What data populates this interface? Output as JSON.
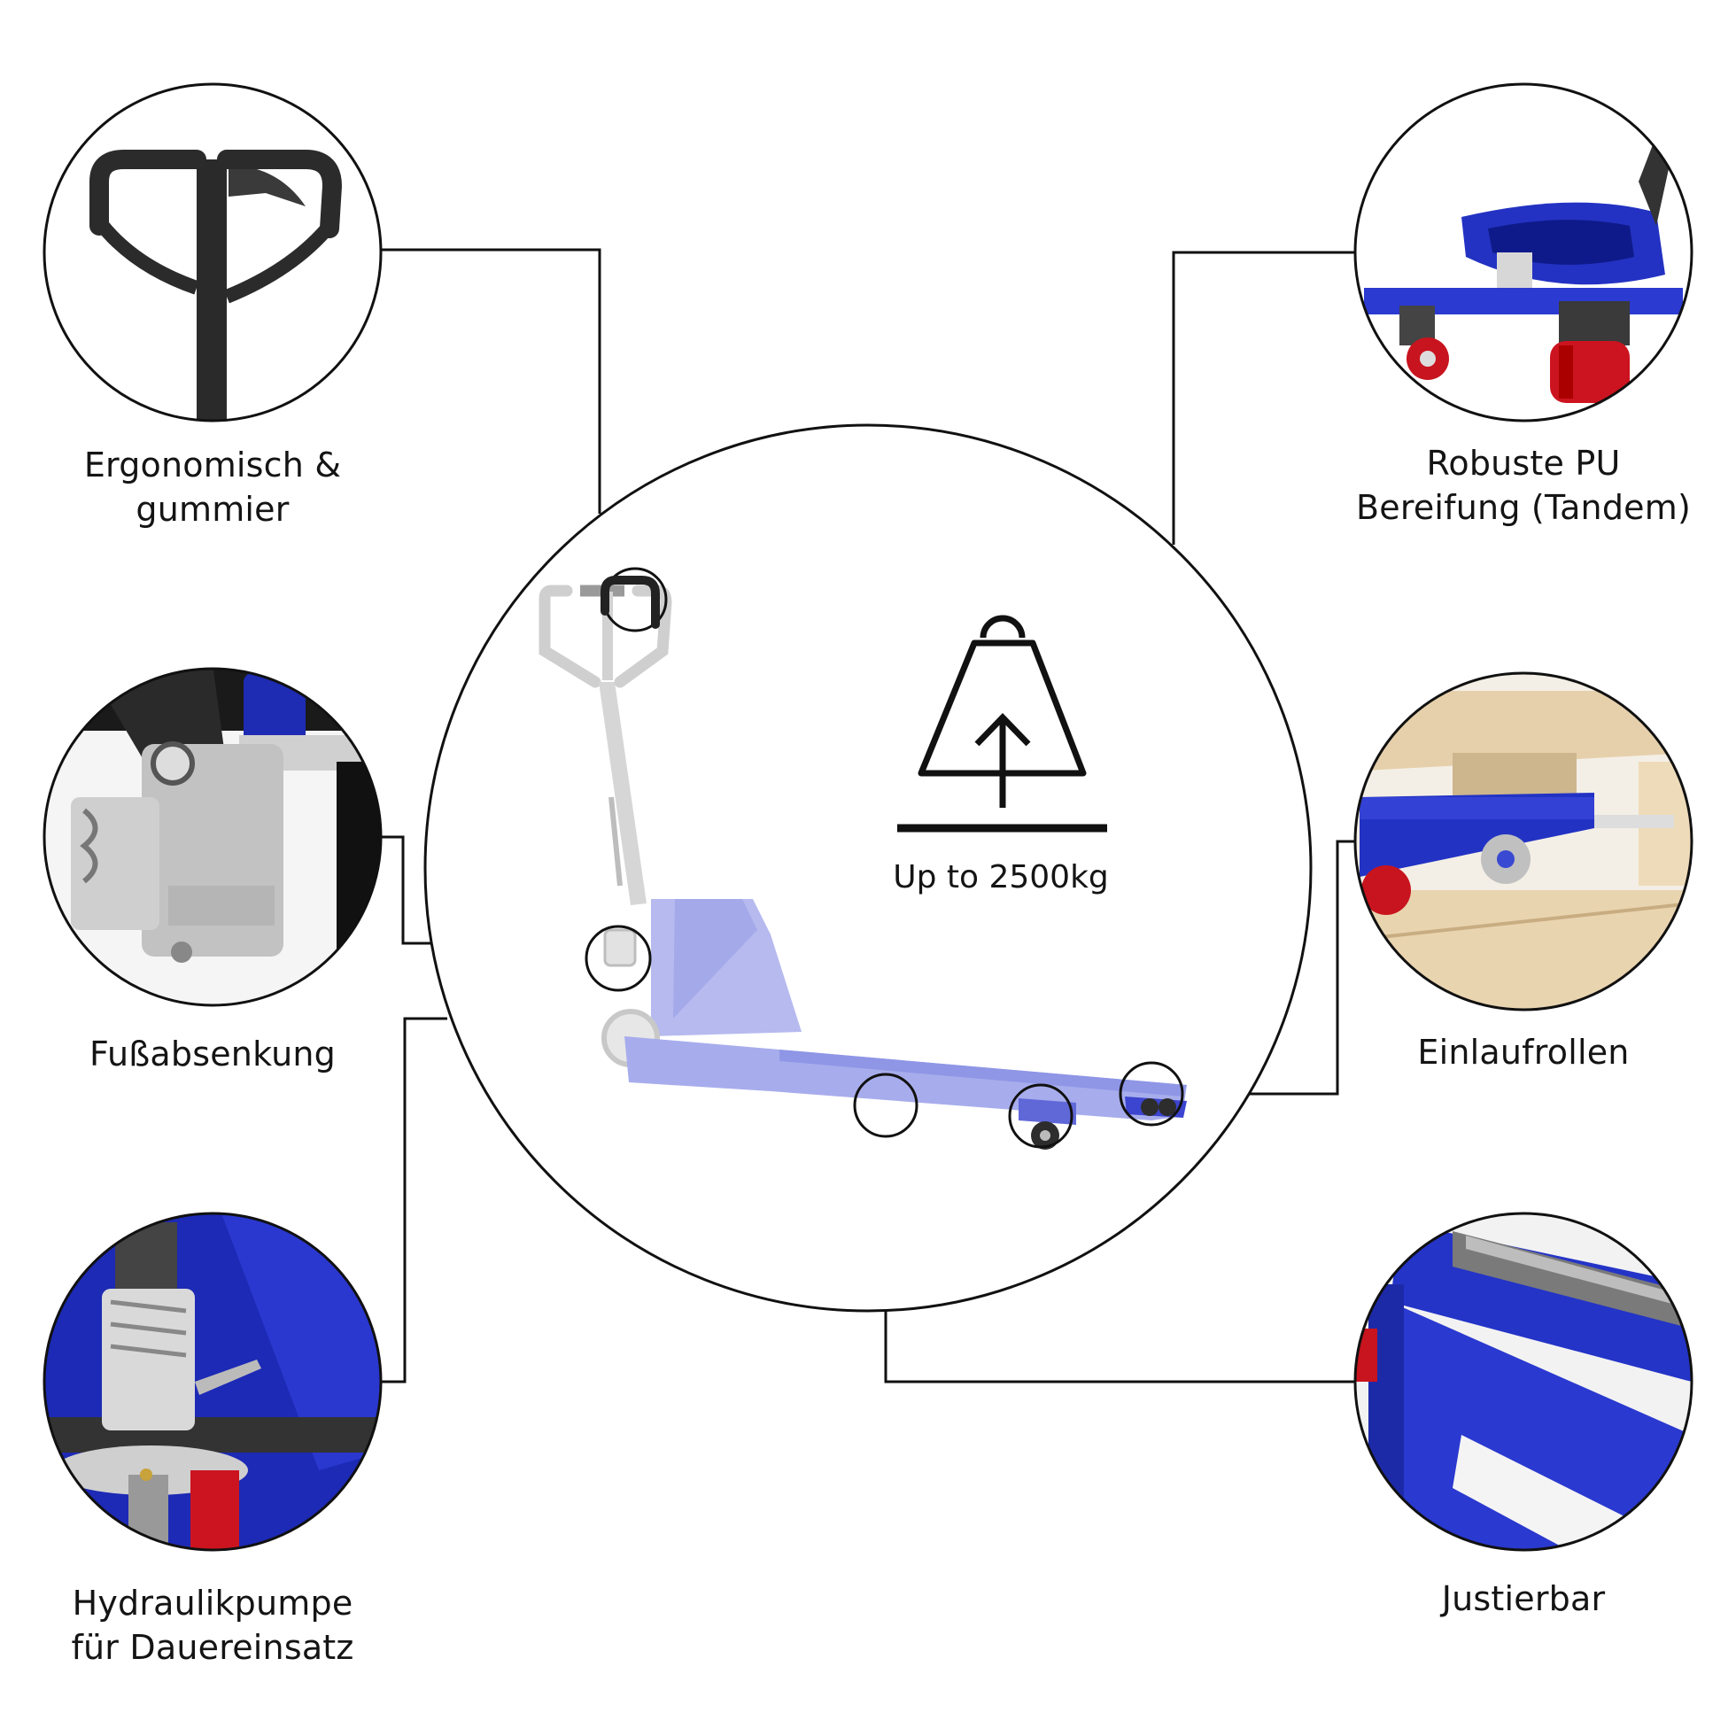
{
  "features": [
    {
      "id": "handle",
      "lines": [
        "Ergonomisch &",
        "gummier"
      ],
      "icon": "handle-closeup-icon"
    },
    {
      "id": "wheels",
      "lines": [
        "Robuste PU",
        "Bereifung (Tandem)"
      ],
      "icon": "tandem-wheels-closeup-icon"
    },
    {
      "id": "foot-release",
      "lines": [
        "Fußabsenkung"
      ],
      "icon": "foot-release-closeup-icon"
    },
    {
      "id": "entry-rollers",
      "lines": [
        "Einlaufrollen"
      ],
      "icon": "entry-rollers-closeup-icon"
    },
    {
      "id": "pump",
      "lines": [
        "Hydraulikpumpe",
        "für Dauereinsatz"
      ],
      "icon": "hydraulic-pump-closeup-icon"
    },
    {
      "id": "adjustable",
      "lines": [
        "Justierbar"
      ],
      "icon": "adjustable-fork-closeup-icon"
    }
  ],
  "capacity": {
    "label": "Up to 2500kg",
    "icon": "weight-lift-icon"
  },
  "colors": {
    "blue": "#2b37c9",
    "red": "#c8141e",
    "outline": "#111111",
    "gray": "#c9c9c9",
    "wood": "#e8d2ae"
  }
}
